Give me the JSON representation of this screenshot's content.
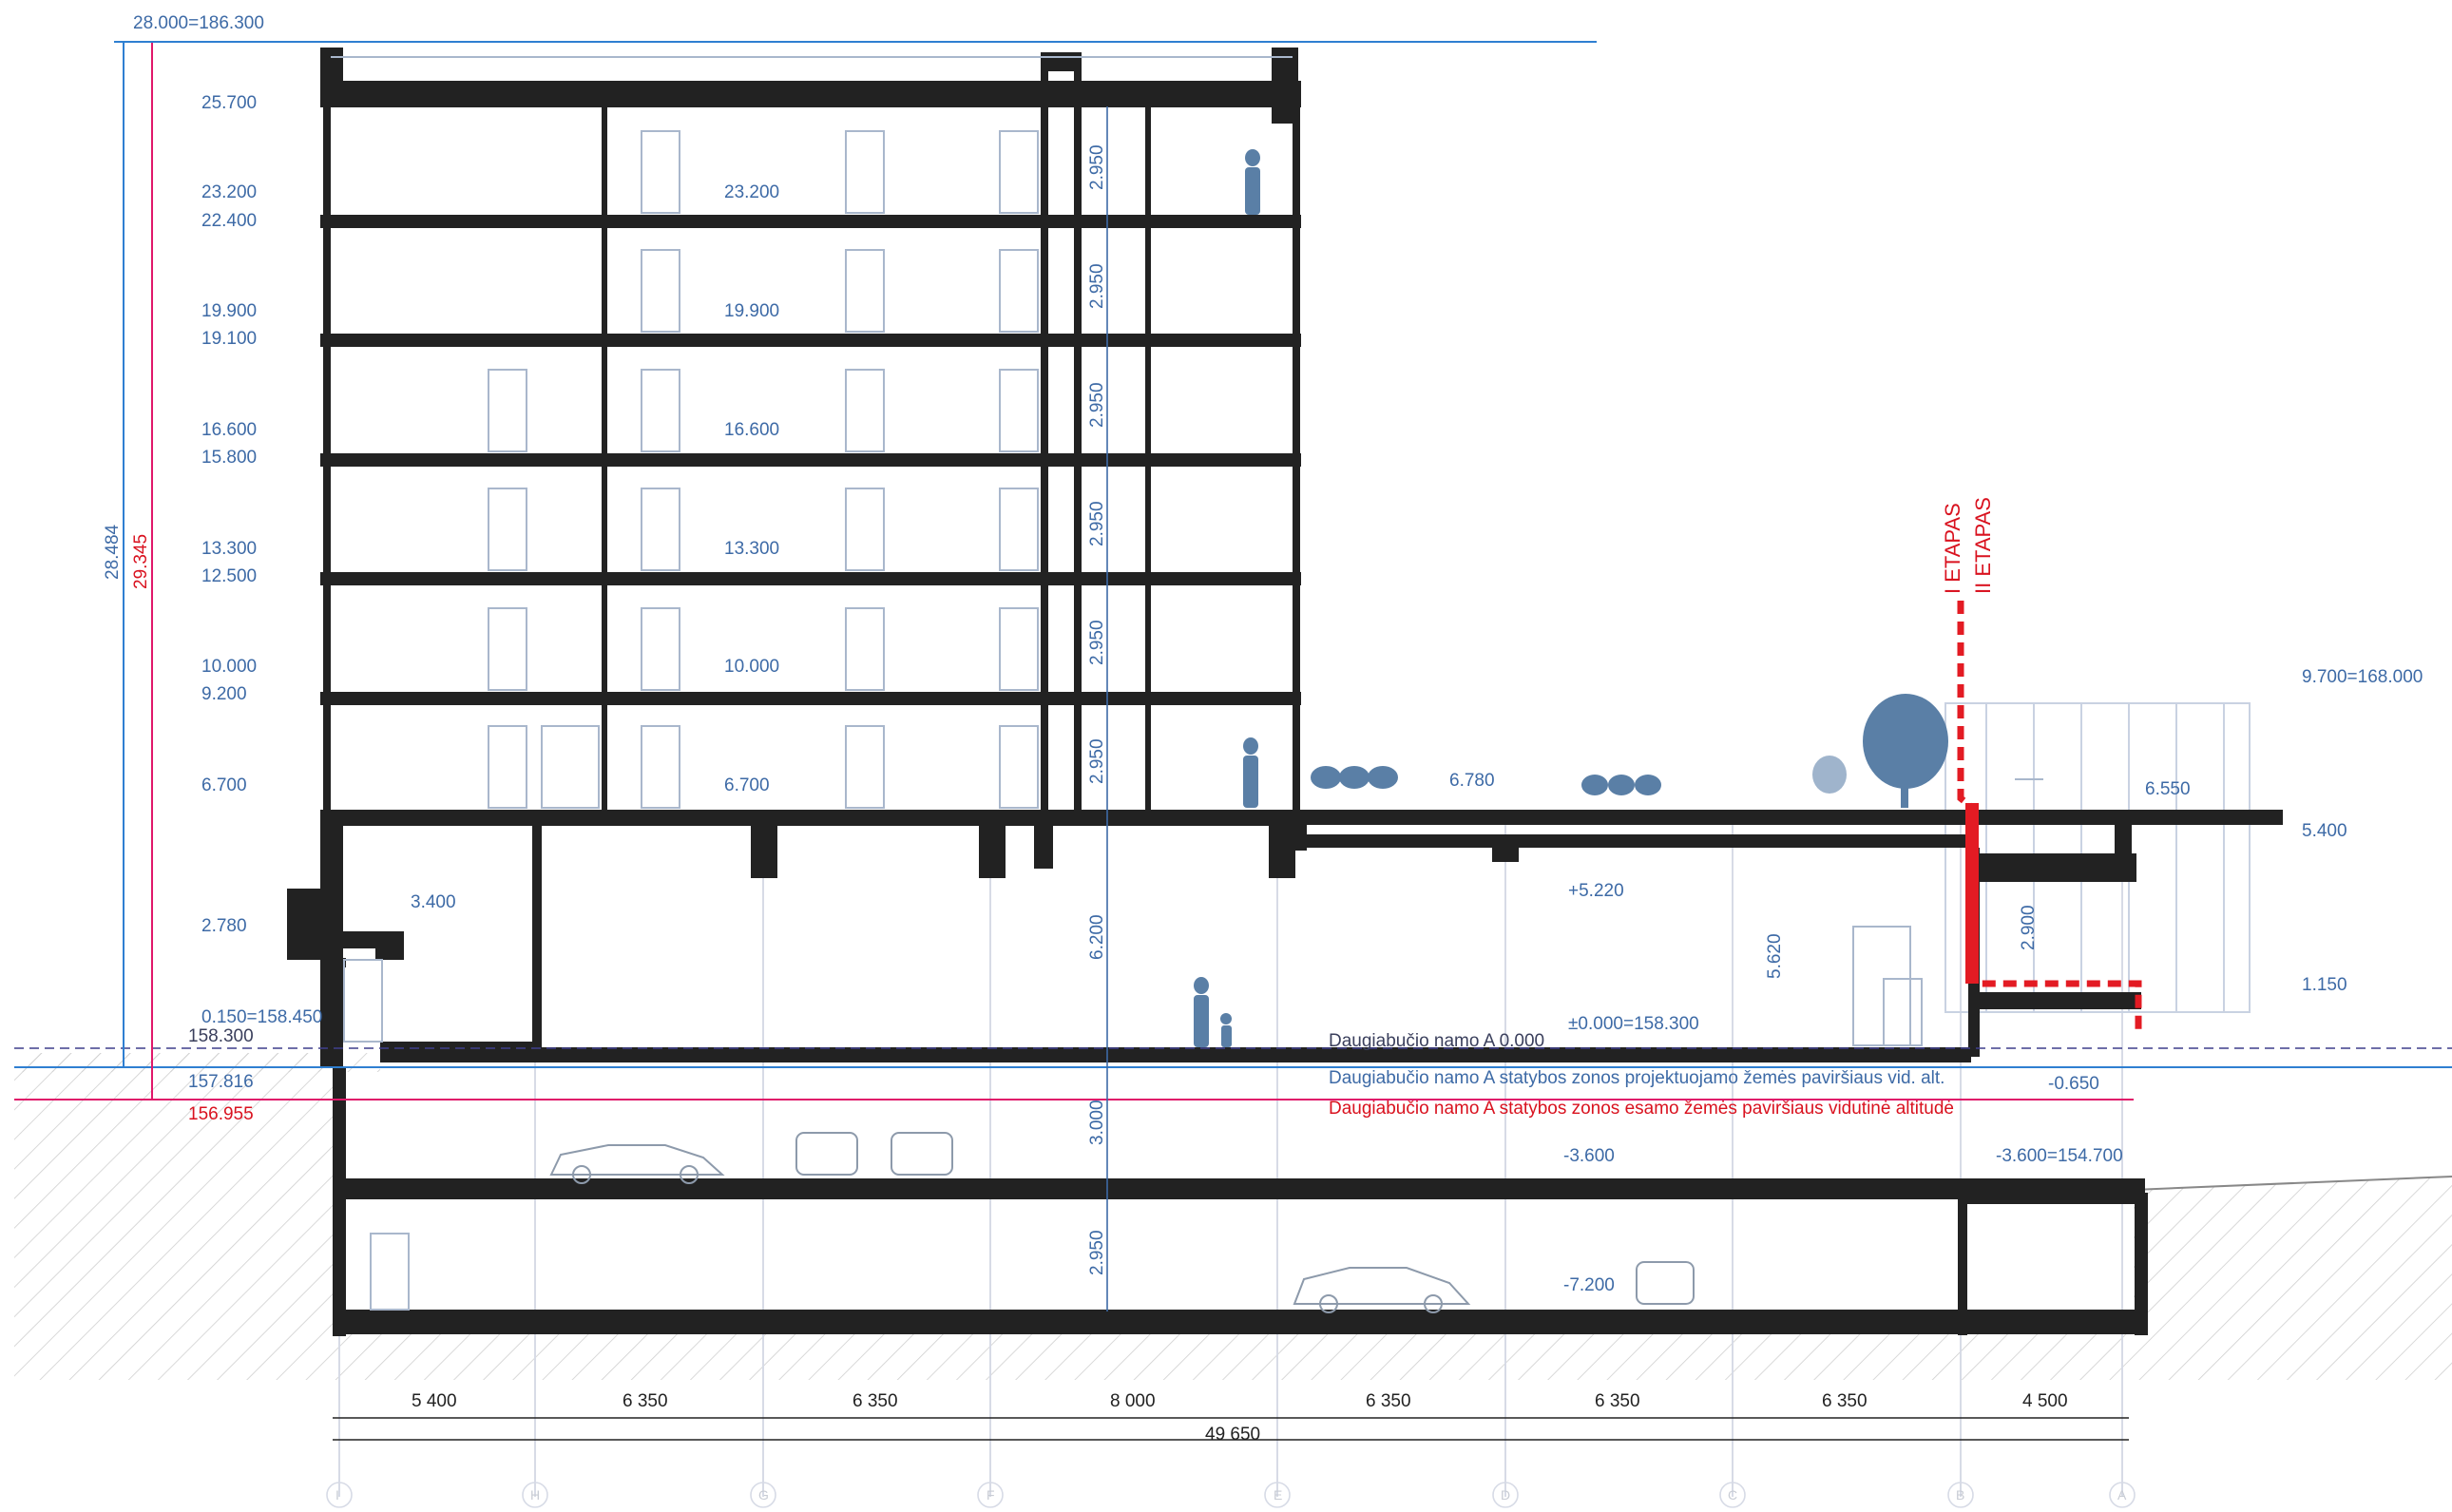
{
  "top_level_label": "28.000=186.300",
  "left_levels": [
    "25.700",
    "23.200",
    "22.400",
    "19.900",
    "19.100",
    "16.600",
    "15.800",
    "13.300",
    "12.500",
    "10.000",
    "9.200",
    "6.700",
    "2.780",
    "0.150=158.450",
    "158.300",
    "157.816",
    "156.955"
  ],
  "floor_labels": [
    "23.200",
    "19.900",
    "16.600",
    "13.300",
    "10.000",
    "6.700"
  ],
  "core_dims": [
    "2.950",
    "2.950",
    "2.950",
    "2.950",
    "2.950",
    "2.950",
    "6.200",
    "3.000",
    "2.950"
  ],
  "overall_heights": {
    "blue": "28.484",
    "red": "29.345"
  },
  "misc_levels": {
    "entrance": "3.400",
    "terrace": "6.780",
    "plus_5220": "+5.220",
    "height_5620": "5.620",
    "zero": "±0.000=158.300",
    "minus_3600": "-3.600",
    "minus_7200": "-7.200",
    "right_9700": "9.700=168.000",
    "right_6550": "6.550",
    "right_5400": "5.400",
    "right_1150": "1.150",
    "right_2900": "2.900",
    "right_minus_0650": "-0.650",
    "right_minus_3600": "-3.600=154.700"
  },
  "notes": {
    "line_a0": "Daugiabučio namo A 0.000",
    "line_projected": "Daugiabučio namo A statybos zonos projektuojamo žemės paviršiaus vid. alt.",
    "line_existing": "Daugiabučio namo A statybos zonos esamo žemės paviršiaus vidutinė altitudė"
  },
  "stages": [
    "I ETAPAS",
    "II ETAPAS"
  ],
  "bay_dims": [
    "5 400",
    "6 350",
    "6 350",
    "8 000",
    "6 350",
    "6 350",
    "6 350",
    "4 500"
  ],
  "total_dim": "49 650",
  "axes": [
    "I",
    "H",
    "G",
    "F",
    "E",
    "D",
    "C",
    "B",
    "A"
  ],
  "colors": {
    "structure": "#222222",
    "blue_line": "#2f7fd1",
    "red_line": "#e0186a",
    "stage_line": "#e31b23",
    "figure": "#5a7fa6"
  }
}
